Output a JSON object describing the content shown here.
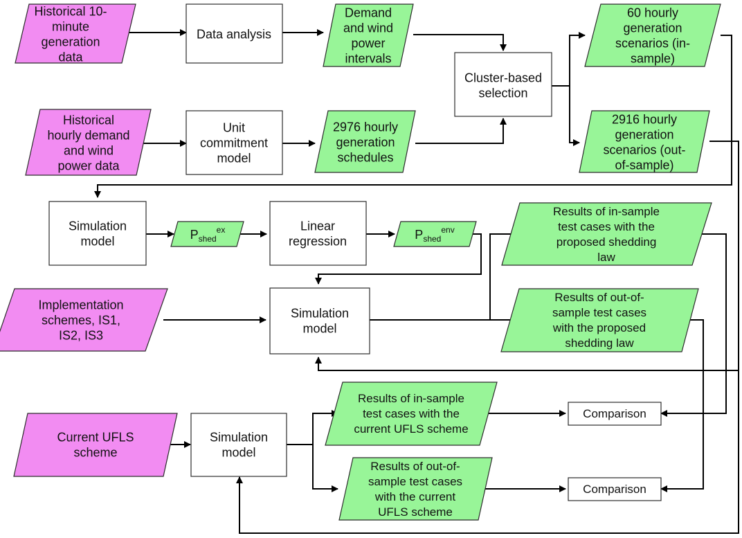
{
  "nodes": {
    "hist10": {
      "lines": [
        "Historical 10-",
        "minute",
        "generation",
        "data"
      ]
    },
    "data_analysis": {
      "lines": [
        "Data analysis"
      ]
    },
    "demand_wind": {
      "lines": [
        "Demand",
        "and wind",
        "power",
        "intervals"
      ]
    },
    "cluster": {
      "lines": [
        "Cluster-based",
        "selection"
      ]
    },
    "scen60": {
      "lines": [
        "60 hourly",
        "generation",
        "scenarios (in-",
        "sample)"
      ]
    },
    "hist_hourly": {
      "lines": [
        "Historical",
        "hourly demand",
        "and wind",
        "power data"
      ]
    },
    "unit_commit": {
      "lines": [
        "Unit",
        "commitment",
        "model"
      ]
    },
    "sched2976": {
      "lines": [
        "2976 hourly",
        "generation",
        "schedules"
      ]
    },
    "scen2916": {
      "lines": [
        "2916 hourly",
        "generation",
        "scenarios (out-",
        "of-sample)"
      ]
    },
    "sim1": {
      "lines": [
        "Simulation",
        "model"
      ]
    },
    "pshed_ex": {
      "base": "P",
      "sub": "shed",
      "sup": "ex"
    },
    "linreg": {
      "lines": [
        "Linear",
        "regression"
      ]
    },
    "pshed_env": {
      "base": "P",
      "sub": "shed",
      "sup": "env"
    },
    "res_in_prop": {
      "lines": [
        "Results of in-sample",
        "test cases with the",
        "proposed shedding",
        "law"
      ]
    },
    "impl": {
      "lines": [
        "Implementation",
        "schemes, IS1,",
        "IS2, IS3"
      ]
    },
    "sim2": {
      "lines": [
        "Simulation",
        "model"
      ]
    },
    "res_out_prop": {
      "lines": [
        "Results of out-of-",
        "sample test cases",
        "with the proposed",
        "shedding law"
      ]
    },
    "ufls": {
      "lines": [
        "Current UFLS",
        "scheme"
      ]
    },
    "sim3": {
      "lines": [
        "Simulation",
        "model"
      ]
    },
    "res_in_cur": {
      "lines": [
        "Results of in-sample",
        "test cases with the",
        "current UFLS scheme"
      ]
    },
    "comp1": {
      "lines": [
        "Comparison"
      ]
    },
    "res_out_cur": {
      "lines": [
        "Results of out-of-",
        "sample test cases",
        "with the current",
        "UFLS scheme"
      ]
    },
    "comp2": {
      "lines": [
        "Comparison"
      ]
    }
  },
  "colors": {
    "input": "#f28cf2",
    "data": "#98f598",
    "process": "#ffffff",
    "stroke": "#2b2b2b",
    "edge": "#000000"
  }
}
